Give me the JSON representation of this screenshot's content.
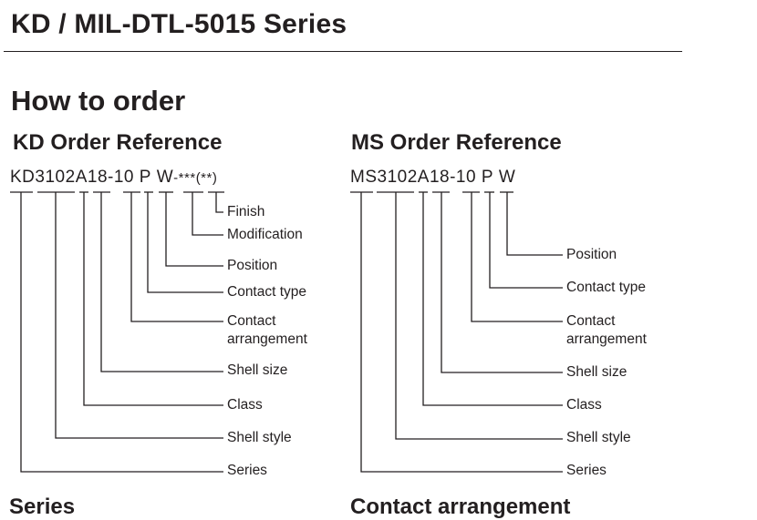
{
  "header": {
    "title": "KD / MIL-DTL-5015 Series"
  },
  "section": {
    "title": "How to order"
  },
  "kd": {
    "title": "KD Order Reference",
    "code": [
      "KD",
      "3102",
      "A",
      "18-10",
      "P",
      "W",
      "-***",
      "(**)"
    ],
    "labels": {
      "finish": "Finish",
      "modification": "Modification",
      "position": "Position",
      "contact_type": "Contact type",
      "contact_arrangement_1": "Contact",
      "contact_arrangement_2": "arrangement",
      "shell_size": "Shell size",
      "class": "Class",
      "shell_style": "Shell style",
      "series": "Series"
    }
  },
  "ms": {
    "title": "MS Order Reference",
    "code": [
      "MS",
      "3102",
      "A",
      "18-10",
      "P",
      "W"
    ],
    "labels": {
      "position": "Position",
      "contact_type": "Contact type",
      "contact_arrangement_1": "Contact",
      "contact_arrangement_2": "arrangement",
      "shell_size": "Shell size",
      "class": "Class",
      "shell_style": "Shell style",
      "series": "Series"
    }
  },
  "footer": {
    "left_title": "Series",
    "right_title": "Contact arrangement"
  }
}
